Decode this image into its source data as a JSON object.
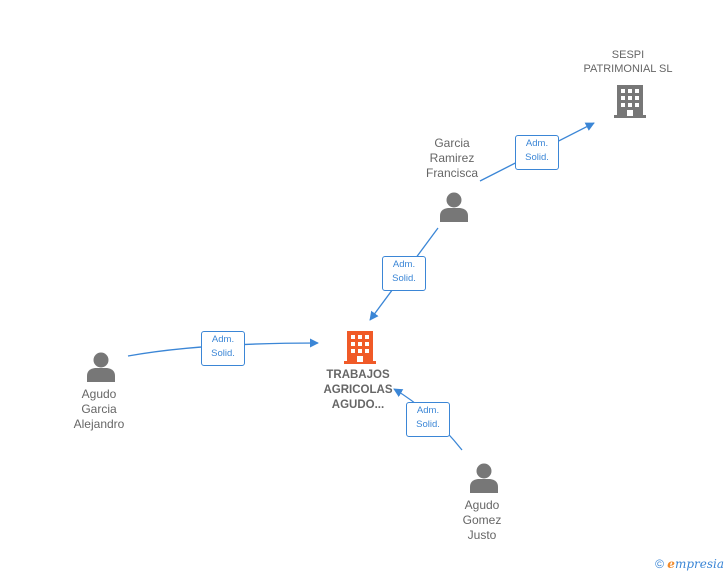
{
  "colors": {
    "edge": "#3b86d6",
    "person": "#777777",
    "company_main": "#f05a28",
    "company_other": "#777777",
    "text": "#666666"
  },
  "nodes": {
    "sespi": {
      "label": "SESPI\nPATRIMONIAL SL",
      "type": "company",
      "icon": "building-icon"
    },
    "garcia": {
      "label": "Garcia\nRamirez\nFrancisca",
      "type": "person",
      "icon": "person-icon"
    },
    "trabajos": {
      "label": "TRABAJOS\nAGRICOLAS\nAGUDO...",
      "type": "company-main",
      "icon": "building-icon"
    },
    "alejandro": {
      "label": "Agudo\nGarcia\nAlejandro",
      "type": "person",
      "icon": "person-icon"
    },
    "justo": {
      "label": "Agudo\nGomez\nJusto",
      "type": "person",
      "icon": "person-icon"
    }
  },
  "edges": [
    {
      "from": "garcia",
      "to": "sespi",
      "label": "Adm.\nSolid."
    },
    {
      "from": "garcia",
      "to": "trabajos",
      "label": "Adm.\nSolid."
    },
    {
      "from": "alejandro",
      "to": "trabajos",
      "label": "Adm.\nSolid."
    },
    {
      "from": "justo",
      "to": "trabajos",
      "label": "Adm.\nSolid."
    }
  ],
  "footer": {
    "copyright": "©",
    "brand_first": "e",
    "brand_rest": "mpresia"
  }
}
